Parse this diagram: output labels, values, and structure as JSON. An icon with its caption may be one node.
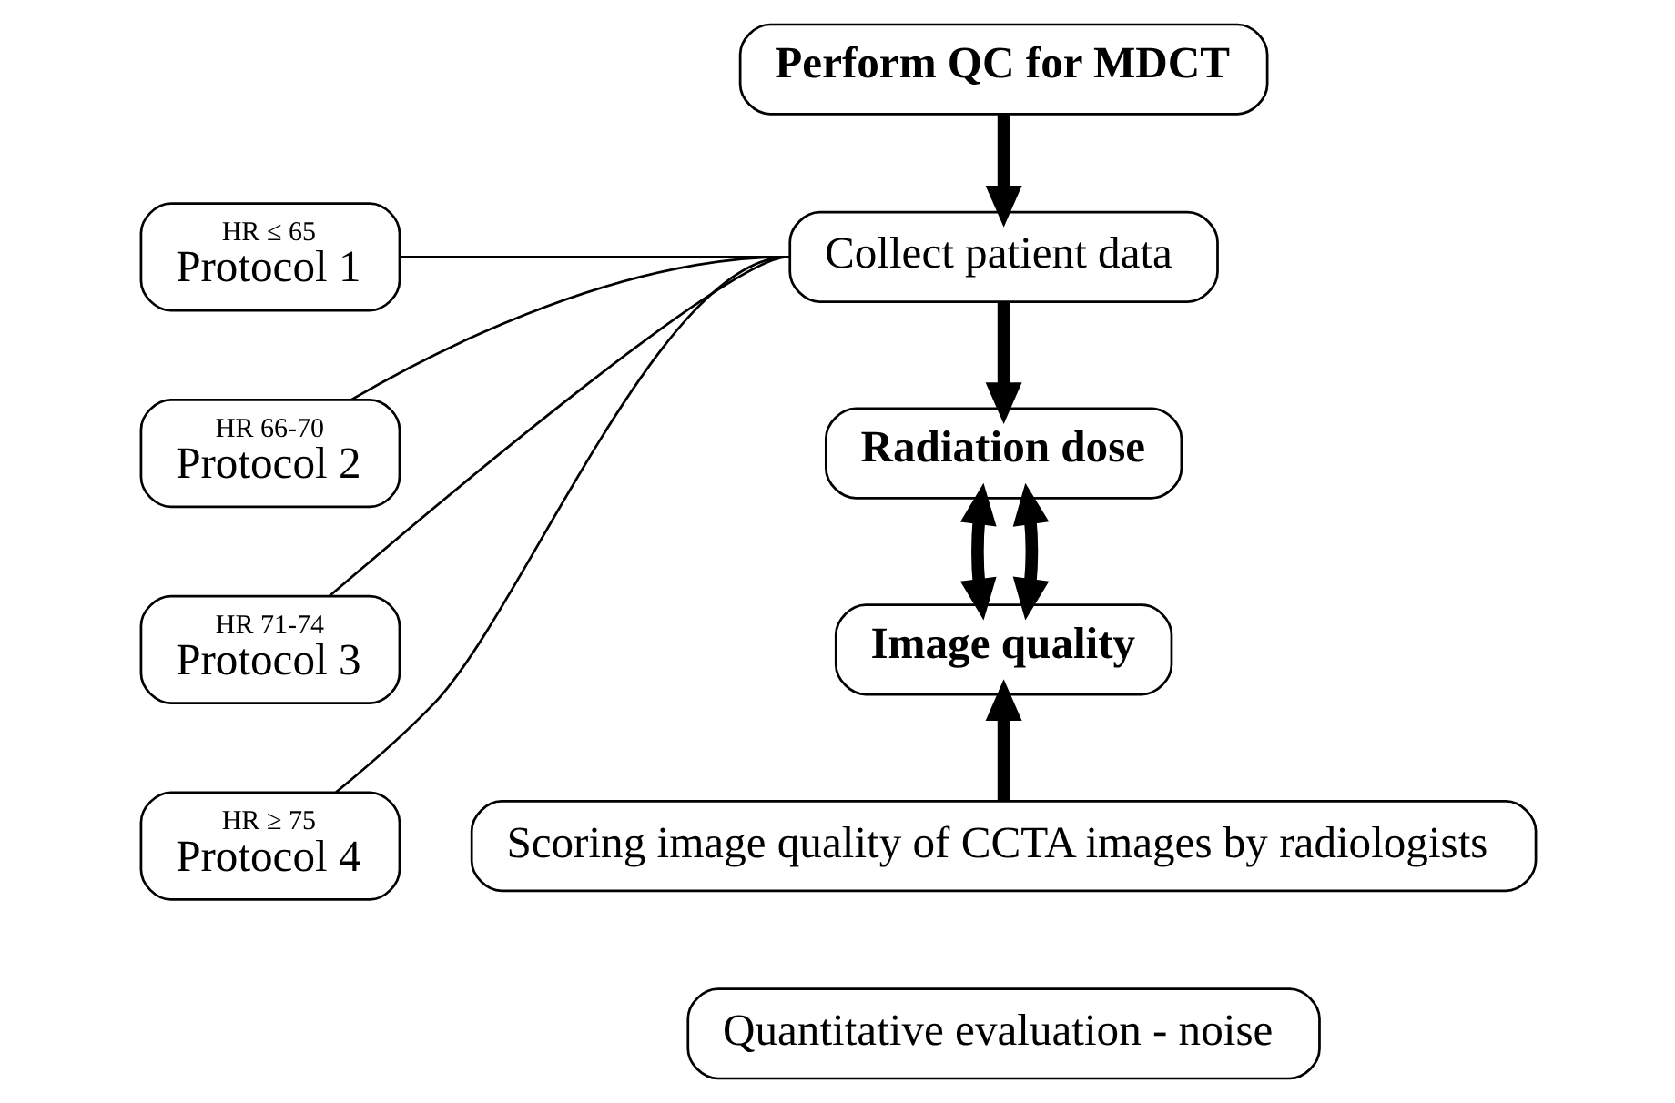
{
  "diagram": {
    "nodes": [
      {
        "text": [
          "Perform QC for MDCT"
        ]
      },
      {
        "text": [
          "HR ≤ 65",
          "Protocol 1"
        ]
      },
      {
        "text": [
          "HR 66-70",
          "Protocol 2"
        ]
      },
      {
        "text": [
          "HR 71-74",
          "Protocol 3"
        ]
      },
      {
        "text": [
          "HR ≥ 75",
          "Protocol 4"
        ]
      },
      {
        "text": [
          "Collect patient data"
        ]
      },
      {
        "text": [
          "Radiation dose"
        ]
      },
      {
        "text": [
          "Image quality"
        ]
      },
      {
        "text": [
          "Scoring image quality of CCTA images by radiologists"
        ]
      },
      {
        "text": [
          "Quantitative evaluation - noise"
        ]
      }
    ],
    "edges": [
      {
        "from": 0,
        "to": 5,
        "arrow": "to"
      },
      {
        "from": 1,
        "to": 5,
        "arrow": "none"
      },
      {
        "from": 2,
        "to": 5,
        "arrow": "none"
      },
      {
        "from": 3,
        "to": 5,
        "arrow": "none"
      },
      {
        "from": 4,
        "to": 5,
        "arrow": "none"
      },
      {
        "from": 5,
        "to": 6,
        "arrow": "to"
      },
      {
        "from": 6,
        "to": 7,
        "arrow": "both"
      },
      {
        "from": 6,
        "to": 7,
        "arrow": "both"
      },
      {
        "from": 8,
        "to": 7,
        "arrow": "to"
      }
    ]
  }
}
